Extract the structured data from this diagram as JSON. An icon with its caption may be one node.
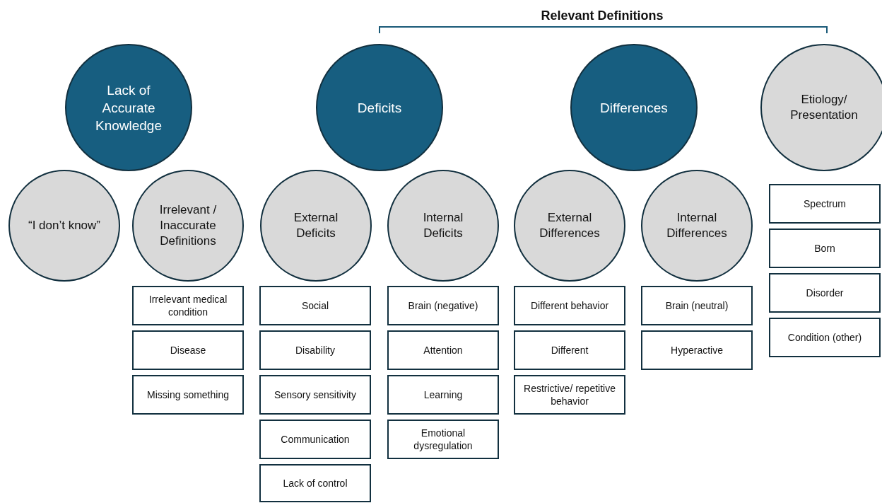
{
  "diagram": {
    "nodes": [
      {
        "text": [
          "Lack of Accurate Knowledge"
        ]
      },
      {
        "text": [
          "Deficits"
        ]
      },
      {
        "text": [
          "Differences"
        ]
      },
      {
        "text": [
          "Etiology/ Presentation"
        ]
      },
      {
        "text": [
          "“I don’t know”"
        ]
      },
      {
        "text": [
          "Irrelevant / Inaccurate Definitions"
        ]
      },
      {
        "text": [
          "External Deficits"
        ]
      },
      {
        "text": [
          "Internal Deficits"
        ]
      },
      {
        "text": [
          "External Differences"
        ]
      },
      {
        "text": [
          "Internal Differences"
        ]
      },
      {
        "text": [
          "Irrelevant medical condition"
        ]
      },
      {
        "text": [
          "Disease"
        ]
      },
      {
        "text": [
          "Missing something"
        ]
      },
      {
        "text": [
          "Social"
        ]
      },
      {
        "text": [
          "Disability"
        ]
      },
      {
        "text": [
          "Sensory sensitivity"
        ]
      },
      {
        "text": [
          "Communication"
        ]
      },
      {
        "text": [
          "Lack of control"
        ]
      },
      {
        "text": [
          "Brain (negative)"
        ]
      },
      {
        "text": [
          "Attention"
        ]
      },
      {
        "text": [
          "Learning"
        ]
      },
      {
        "text": [
          "Emotional dysregulation"
        ]
      },
      {
        "text": [
          "Different behavior"
        ]
      },
      {
        "text": [
          "Different"
        ]
      },
      {
        "text": [
          "Restrictive/ repetitive behavior"
        ]
      },
      {
        "text": [
          "Brain (neutral)"
        ]
      },
      {
        "text": [
          "Hyperactive"
        ]
      },
      {
        "text": [
          "Spectrum"
        ]
      },
      {
        "text": [
          "Born"
        ]
      },
      {
        "text": [
          "Disorder"
        ]
      },
      {
        "text": [
          "Condition (other)"
        ]
      }
    ],
    "labels": [
      "Relevant Definitions"
    ]
  }
}
